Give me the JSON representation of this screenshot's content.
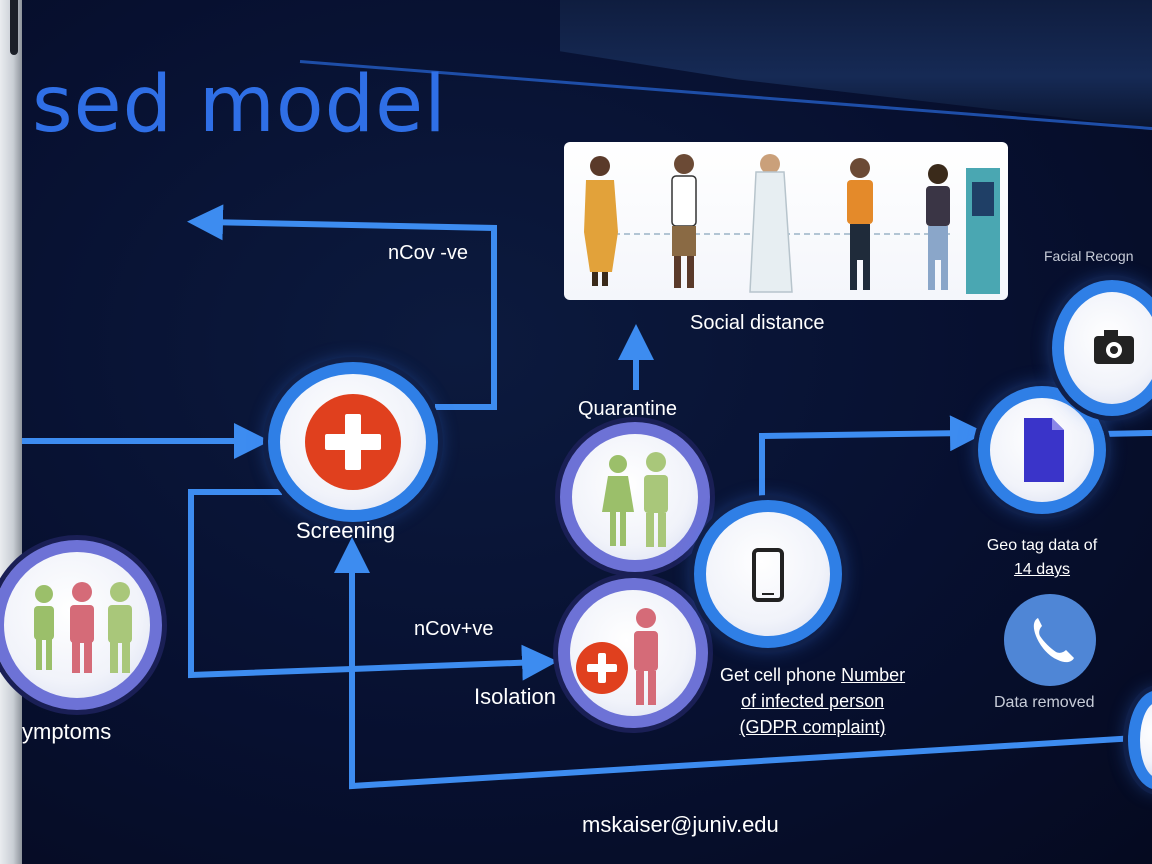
{
  "slide": {
    "title": "sed model",
    "footer_email": "mskaiser@juniv.edu"
  },
  "nodes": {
    "symptoms": {
      "label": "ymptoms",
      "icon": "people-group-icon"
    },
    "screening": {
      "label": "Screening",
      "icon": "red-cross-icon"
    },
    "quarantine": {
      "label": "Quarantine",
      "icon": "couple-icon"
    },
    "isolation": {
      "label": "Isolation",
      "icon": "isolated-person-icon"
    },
    "social_distance": {
      "label": "Social distance",
      "icon": "queue-people-photo"
    },
    "cell_phone": {
      "label_line1": "Get cell phone ",
      "label_line1_u": "Number",
      "label_line2": "of infected person",
      "label_line3": "(GDPR complaint)",
      "icon": "mobile-phone-icon"
    },
    "geo_tag": {
      "label_line1": "Geo tag data of",
      "label_line2": "14 days",
      "icon": "document-icon"
    },
    "facial": {
      "label": "Facial Recogn",
      "icon": "camera-icon"
    },
    "data_removed": {
      "label": "Data removed",
      "icon": "phone-call-icon"
    }
  },
  "edges": {
    "negative": "nCov -ve",
    "positive": "nCov+ve"
  },
  "colors": {
    "flow": "#2f7fe6",
    "accent_red": "#e0401e",
    "title_blue": "#2f6fe6",
    "background": "#071030"
  }
}
